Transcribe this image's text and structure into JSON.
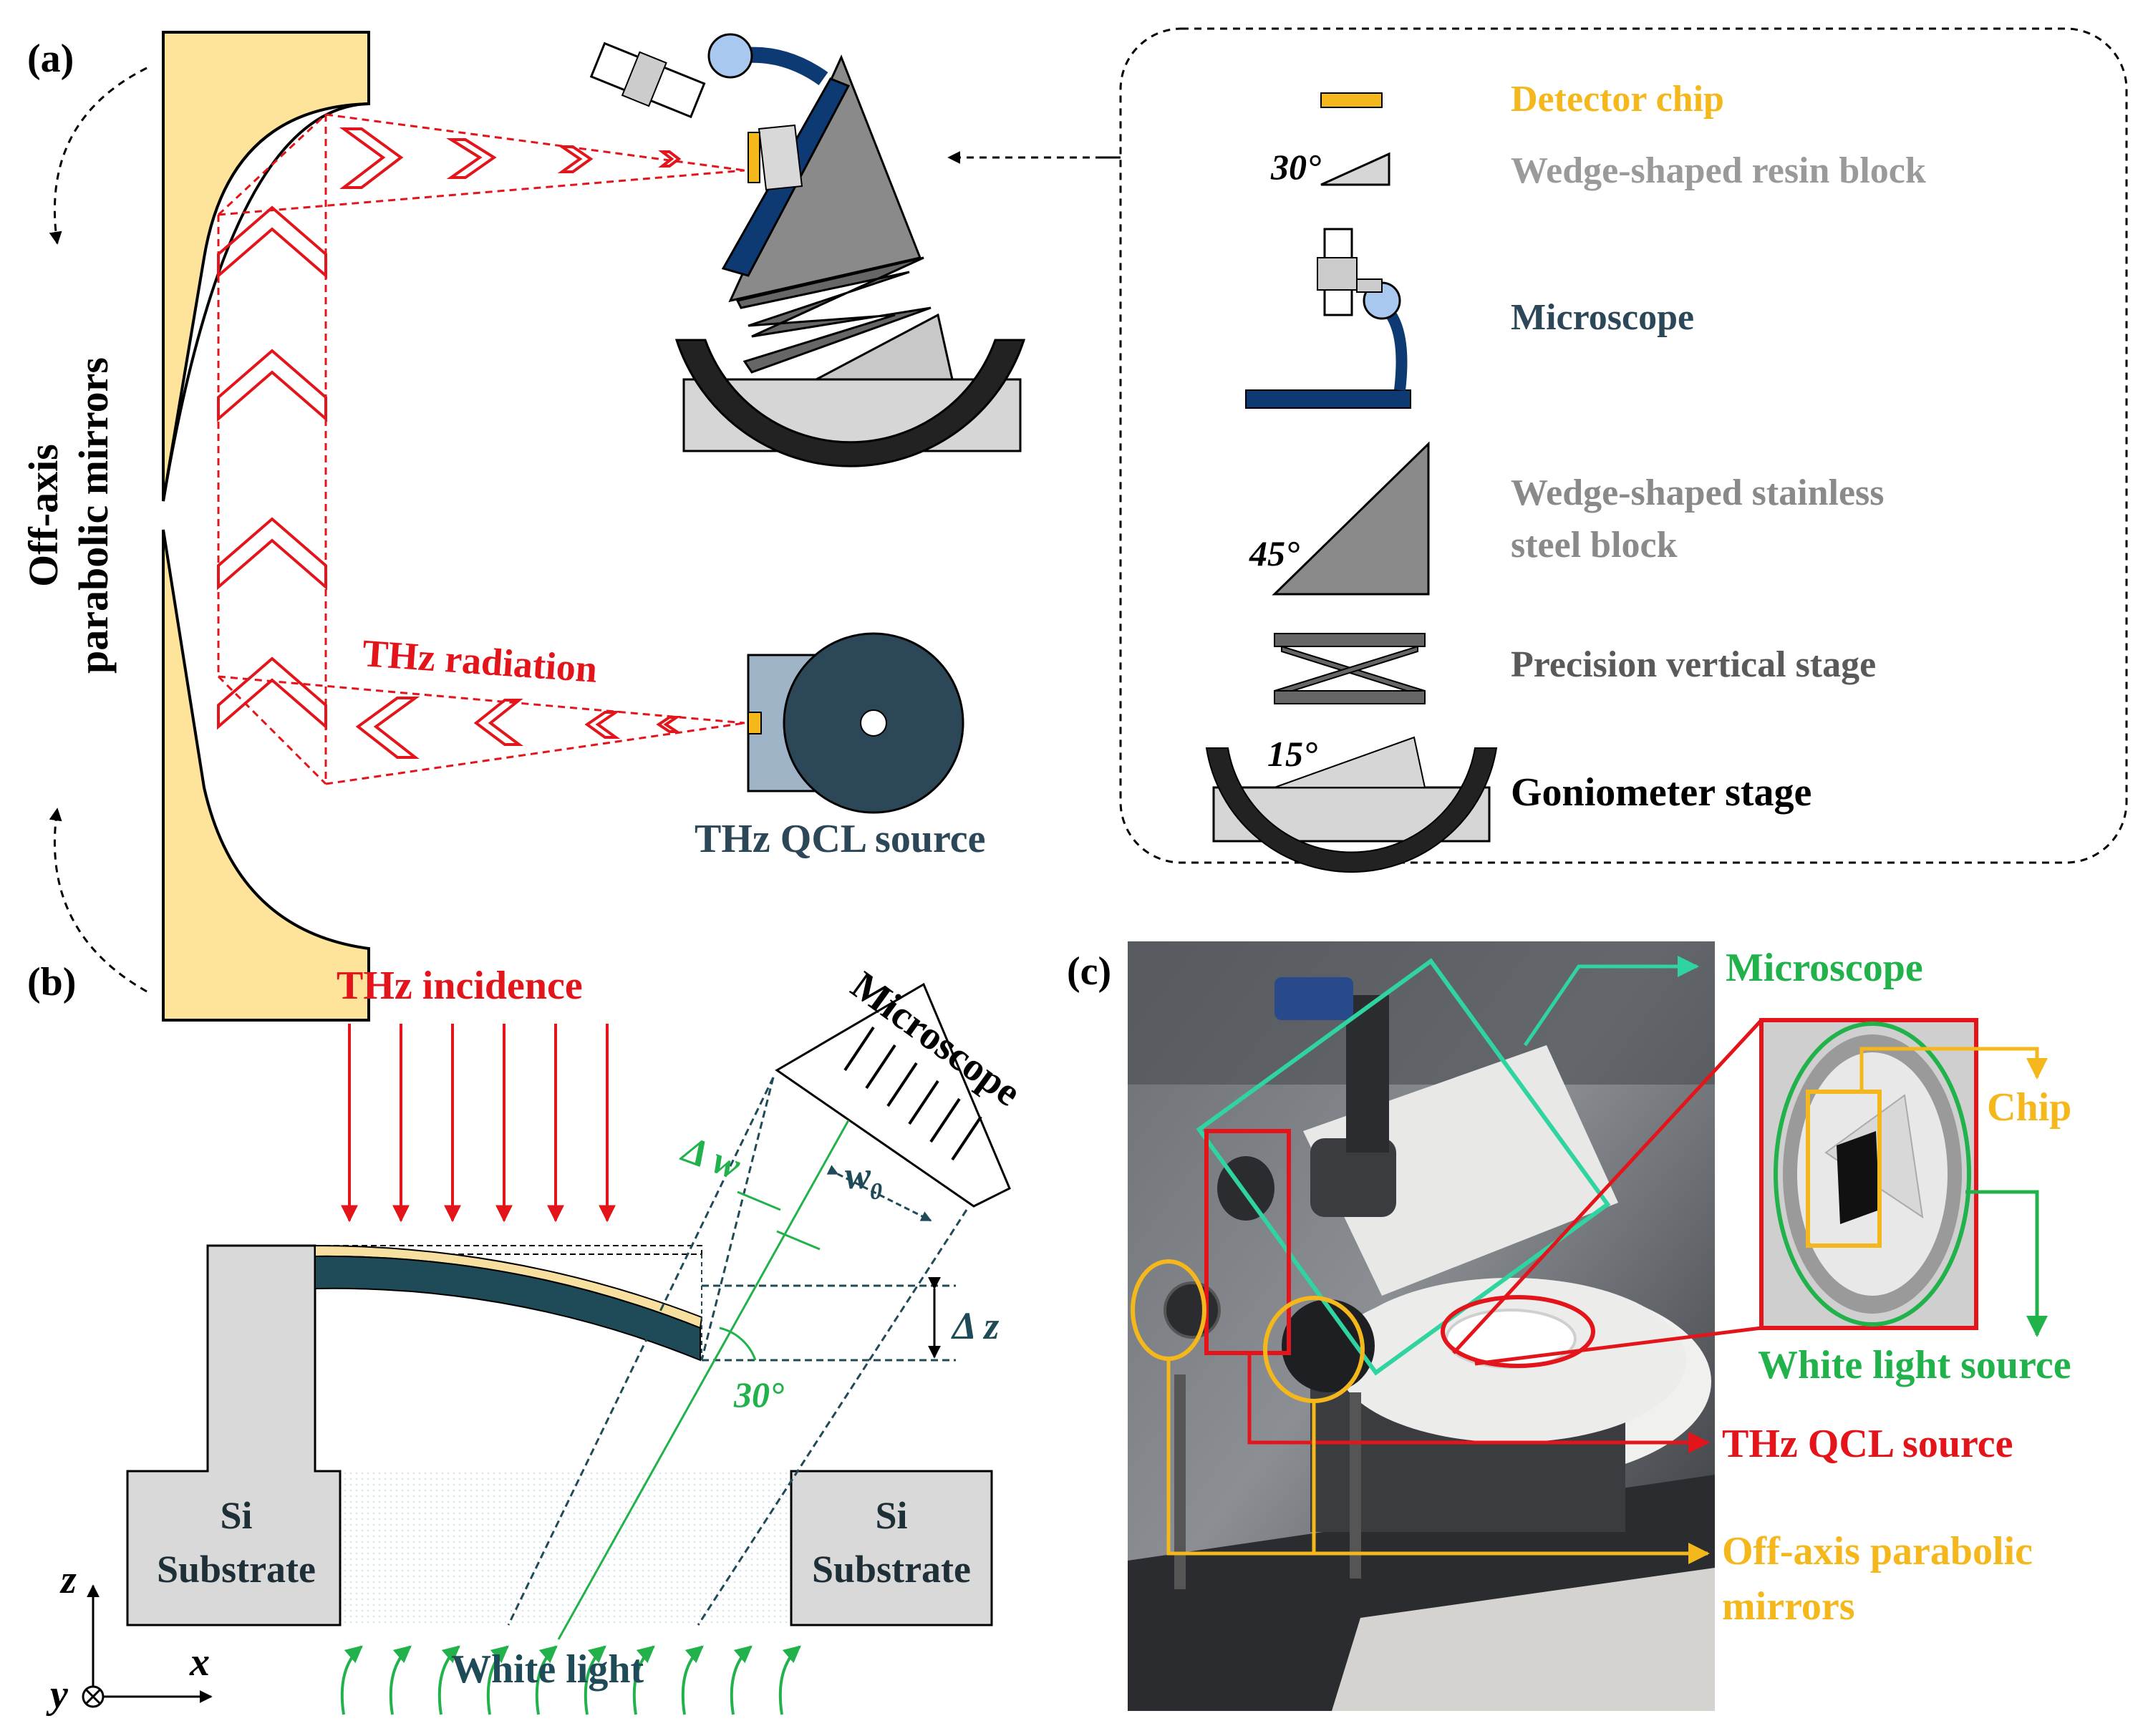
{
  "panel_a": {
    "label": "(a)",
    "mirrors_label_line1": "Off-axis",
    "mirrors_label_line2": "parabolic mirrors",
    "radiation_label": "THz radiation",
    "source_label": "THz QCL source",
    "legend": {
      "detector": "Detector chip",
      "resin_angle": "30°",
      "resin": "Wedge-shaped resin block",
      "microscope": "Microscope",
      "steel_angle": "45°",
      "steel_line1": "Wedge-shaped stainless",
      "steel_line2": "steel block",
      "vertical_stage": "Precision vertical stage",
      "gonio_angle": "15°",
      "goniometer": "Goniometer stage"
    }
  },
  "panel_b": {
    "label": "(b)",
    "incidence": "THz incidence",
    "microscope": "Microscope",
    "delta_w": "Δ w",
    "w0": "w",
    "w0_sub": "0",
    "delta_z": "Δ z",
    "angle": "30°",
    "substrate_left_line1": "Si",
    "substrate_left_line2": "Substrate",
    "substrate_right_line1": "Si",
    "substrate_right_line2": "Substrate",
    "white_light": "White light",
    "axis_z": "z",
    "axis_x": "x",
    "axis_y": "y"
  },
  "panel_c": {
    "label": "(c)",
    "microscope": "Microscope",
    "chip": "Chip",
    "white_light_source": "White light source",
    "qcl_source": "THz QCL source",
    "mirrors_line1": "Off-axis parabolic",
    "mirrors_line2": "mirrors"
  },
  "colors": {
    "red": "#e3151b",
    "gold": "#f4b71c",
    "green": "#21b24b",
    "teal_green": "#2fd4a0",
    "navy": "#0d3a73",
    "dark_teal": "#1f4a57",
    "gray_text": "#9a9a9a",
    "gray_dark_text": "#5a5a5a",
    "mirror_fill": "#fde49a"
  }
}
